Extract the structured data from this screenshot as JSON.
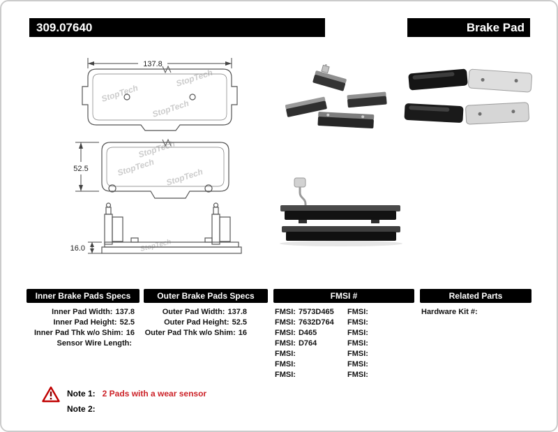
{
  "colors": {
    "bar_black": "#000000",
    "note_red": "#cc2127",
    "warning_red": "#c00000",
    "watermark_gray": "#cccccc"
  },
  "header": {
    "part_number": "309.07640",
    "title": "Brake Pad"
  },
  "drawing": {
    "dim_width": "137.8",
    "dim_height": "52.5",
    "dim_thickness": "16.0",
    "watermark": "StopTech"
  },
  "table": {
    "inner": {
      "header": "Inner Brake Pads Specs",
      "rows": [
        {
          "label": "Inner Pad Width:",
          "value": "137.8"
        },
        {
          "label": "Inner Pad Height:",
          "value": "52.5"
        },
        {
          "label": "Inner Pad Thk w/o Shim:",
          "value": "16"
        },
        {
          "label": "Sensor Wire Length:",
          "value": ""
        }
      ]
    },
    "outer": {
      "header": "Outer Brake Pads Specs",
      "rows": [
        {
          "label": "Outer Pad Width:",
          "value": "137.8"
        },
        {
          "label": "Outer Pad Height:",
          "value": "52.5"
        },
        {
          "label": "Outer Pad Thk w/o Shim:",
          "value": "16"
        }
      ]
    },
    "fmsi": {
      "header": "FMSI #",
      "col1": [
        {
          "label": "FMSI:",
          "value": "7573D465"
        },
        {
          "label": "FMSI:",
          "value": "7632D764"
        },
        {
          "label": "FMSI:",
          "value": "D465"
        },
        {
          "label": "FMSI:",
          "value": "D764"
        },
        {
          "label": "FMSI:",
          "value": ""
        },
        {
          "label": "FMSI:",
          "value": ""
        },
        {
          "label": "FMSI:",
          "value": ""
        }
      ],
      "col2": [
        {
          "label": "FMSI:",
          "value": ""
        },
        {
          "label": "FMSI:",
          "value": ""
        },
        {
          "label": "FMSI:",
          "value": ""
        },
        {
          "label": "FMSI:",
          "value": ""
        },
        {
          "label": "FMSI:",
          "value": ""
        },
        {
          "label": "FMSI:",
          "value": ""
        },
        {
          "label": "FMSI:",
          "value": ""
        }
      ]
    },
    "related": {
      "header": "Related Parts",
      "rows": [
        {
          "label": "Hardware Kit #:",
          "value": ""
        }
      ]
    }
  },
  "notes": {
    "note1_label": "Note 1:",
    "note1_text": "2 Pads with a wear sensor",
    "note2_label": "Note 2:",
    "note2_text": ""
  }
}
